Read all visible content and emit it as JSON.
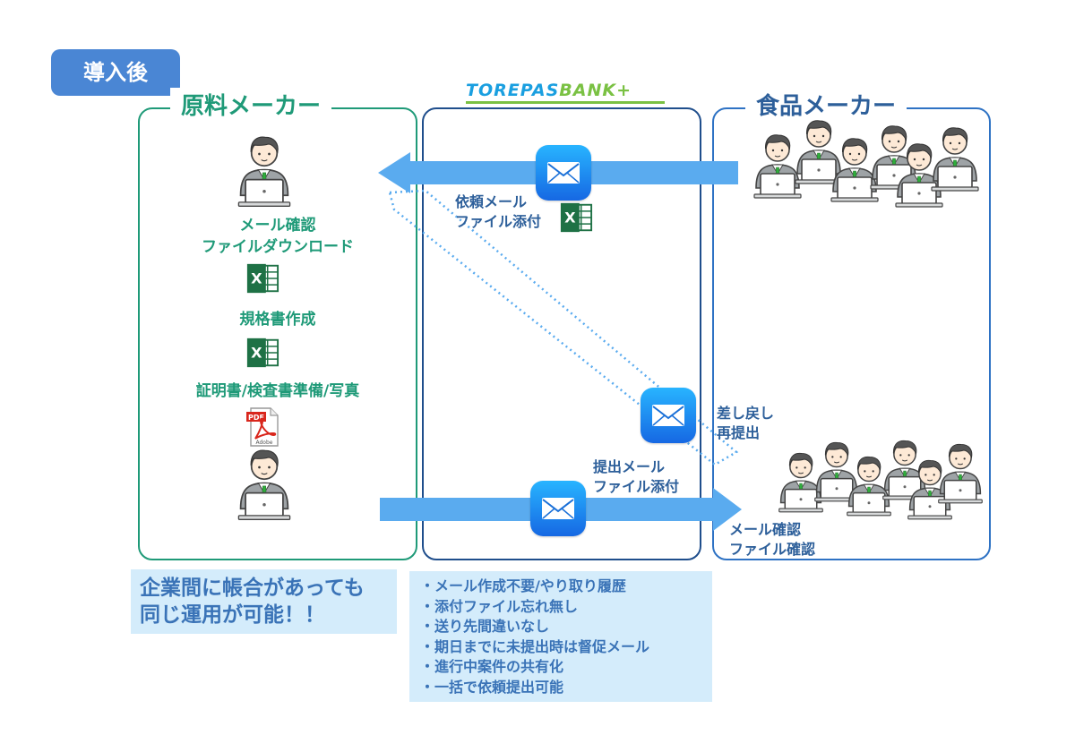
{
  "badge": "導入後",
  "left_panel": {
    "title": "原料メーカー",
    "step1_line1": "メール確認",
    "step1_line2": "ファイルダウンロード",
    "step2": "規格書作成",
    "step3": "証明書/検査書準備/写真",
    "pdf_label": "PDF",
    "adobe_label": "Adobe"
  },
  "middle_panel": {
    "logo_main": "TOREPAS",
    "logo_accent": "BANK+",
    "request_line1": "依頼メール",
    "request_line2": "ファイル添付",
    "submit_line1": "提出メール",
    "submit_line2": "ファイル添付"
  },
  "right_panel": {
    "title": "食品メーカー",
    "return_line1": "差し戻し",
    "return_line2": "再提出",
    "confirm_line1": "メール確認",
    "confirm_line2": "ファイル確認"
  },
  "excel_letter": "X",
  "note_left": {
    "line1": "企業間に帳合があっても",
    "line2": "同じ運用が可能！！"
  },
  "note_mid": [
    "・メール作成不要/やり取り履歴",
    "・添付ファイル忘れ無し",
    "・送り先間違いなし",
    "・期日までに未提出時は督促メール",
    "・進行中案件の共有化",
    "・一括で依頼提出可能"
  ],
  "colors": {
    "green": "#1f9a78",
    "navy": "#1f4e8c",
    "blue": "#2e72c4",
    "arrow": "#5aabef",
    "excel": "#1e7145",
    "note_bg": "#d4ecfb"
  }
}
